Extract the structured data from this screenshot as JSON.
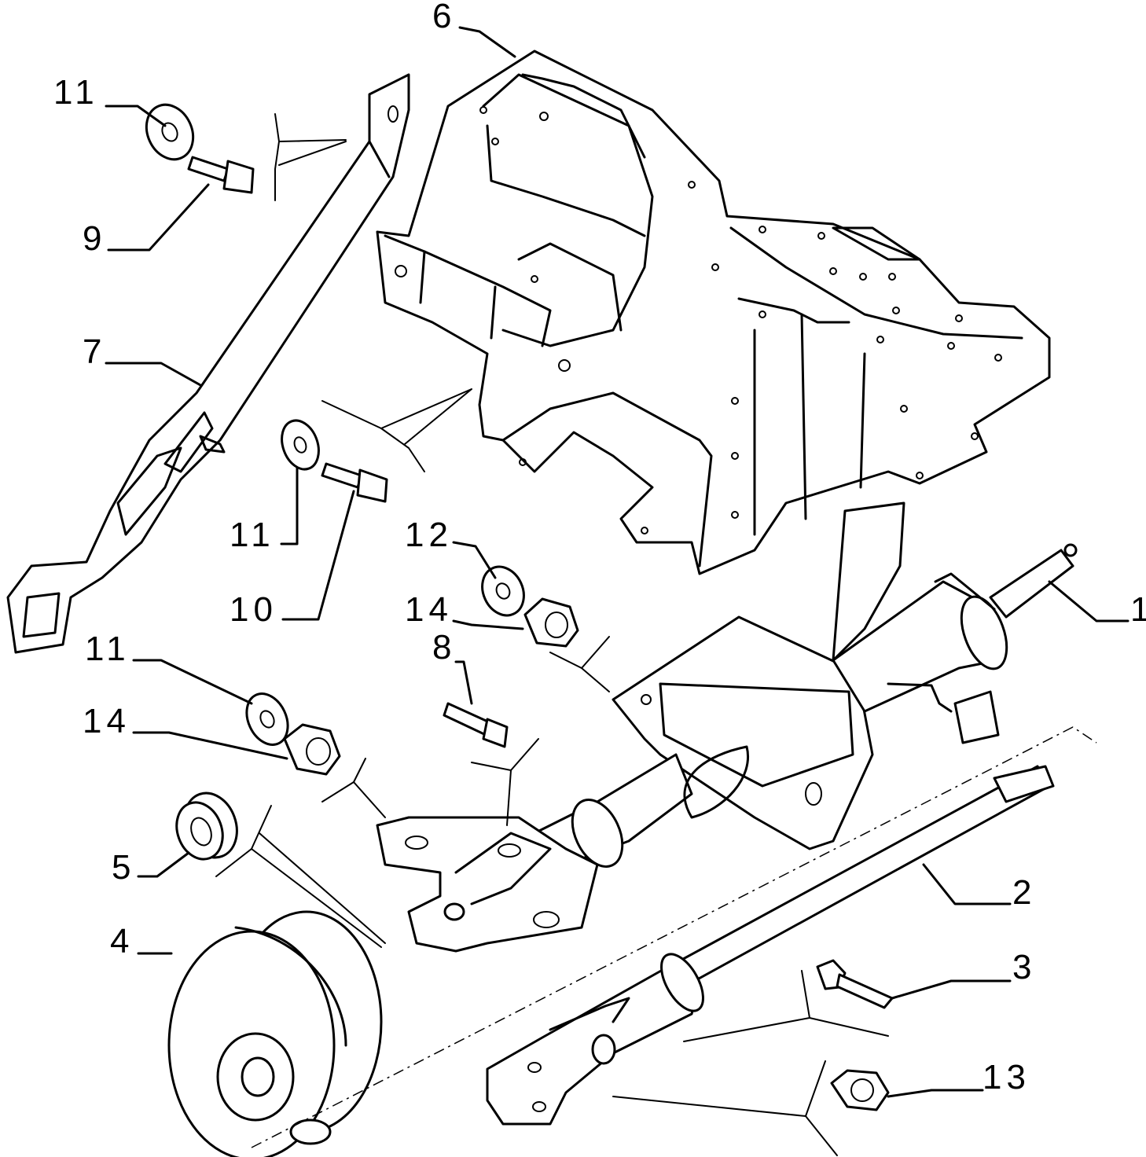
{
  "diagram": {
    "callouts": [
      {
        "id": "c1",
        "label": "1"
      },
      {
        "id": "c2",
        "label": "2"
      },
      {
        "id": "c3",
        "label": "3"
      },
      {
        "id": "c4",
        "label": "4"
      },
      {
        "id": "c5",
        "label": "5"
      },
      {
        "id": "c6",
        "label": "6"
      },
      {
        "id": "c7",
        "label": "7"
      },
      {
        "id": "c8",
        "label": "8"
      },
      {
        "id": "c9",
        "label": "9"
      },
      {
        "id": "c10",
        "label": "10"
      },
      {
        "id": "c11a",
        "label": "11"
      },
      {
        "id": "c11b",
        "label": "11"
      },
      {
        "id": "c11c",
        "label": "11"
      },
      {
        "id": "c12",
        "label": "12"
      },
      {
        "id": "c13",
        "label": "13"
      },
      {
        "id": "c14a",
        "label": "14"
      },
      {
        "id": "c14b",
        "label": "14"
      }
    ]
  }
}
